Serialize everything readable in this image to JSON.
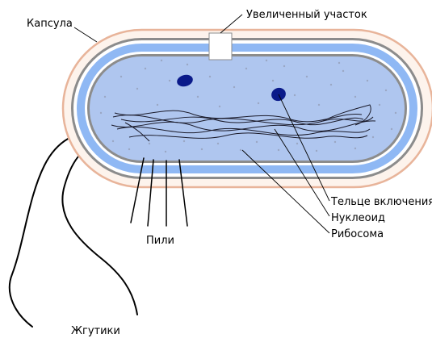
{
  "labels": {
    "capsule": "Капсула",
    "magnified_area": "Увеличенный участок",
    "inclusion_body": "Тельце включения",
    "nucleoid": "Нуклеоид",
    "ribosome": "Рибосома",
    "pili": "Пили",
    "flagella": "Жгутики"
  },
  "colors": {
    "capsule_fill": "#fdf3ec",
    "capsule_outline": "#e8b49a",
    "cell_wall": "#8c8c8c",
    "membrane_band": "#8fb8f4",
    "cytoplasm": "#afc6ef",
    "inclusion": "#0a1a8a",
    "ribosome_dot": "#9aa7c4",
    "lines": "#000000"
  },
  "icons": {
    "magnified_area": "rectangle-marker",
    "inclusion_body": "dark-blue-ellipse"
  }
}
